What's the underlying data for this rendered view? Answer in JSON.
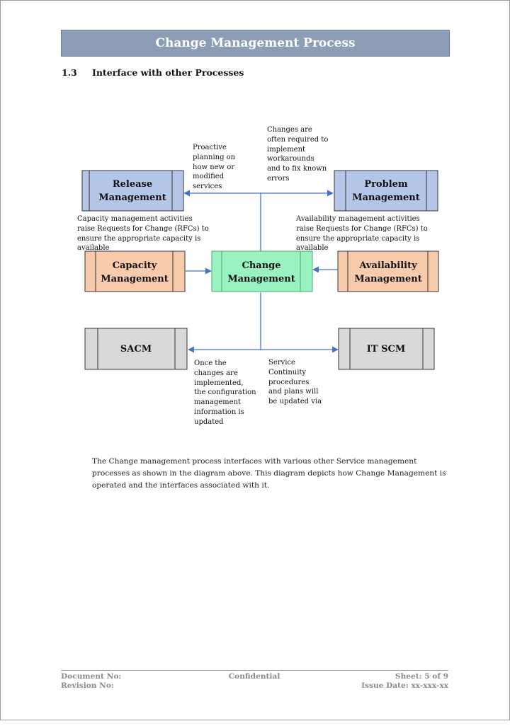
{
  "document": {
    "title": "Change Management Process",
    "section_number": "1.3",
    "section_title": "Interface with other Processes"
  },
  "diagram": {
    "boxes": {
      "release": {
        "line1": "Release",
        "line2": "Management",
        "color": "#b4c6e7"
      },
      "problem": {
        "line1": "Problem",
        "line2": "Management",
        "color": "#b4c6e7"
      },
      "capacity": {
        "line1": "Capacity",
        "line2": "Management",
        "color": "#f8cbad"
      },
      "change": {
        "line1": "Change",
        "line2": "Management",
        "color": "#99f2c0"
      },
      "availability": {
        "line1": "Availability",
        "line2": "Management",
        "color": "#f8cbad"
      },
      "sacm": {
        "line1": "SACM",
        "color": "#d9d9d9"
      },
      "itscm": {
        "line1": "IT SCM",
        "color": "#d9d9d9"
      }
    },
    "notes": {
      "release_note": "Proactive planning on how new or modified services",
      "problem_note": "Changes are often required to implement workarounds and to fix known errors",
      "capacity_note": "Capacity management activities raise Requests for Change (RFCs) to ensure the appropriate capacity is available",
      "availability_note": "Availability management activities raise Requests for Change (RFCs) to ensure the appropriate capacity is available",
      "sacm_note": "Once the changes are implemented, the configuration management information is updated",
      "itscm_note": "Service Continuity procedures and plans will be updated via"
    },
    "connector_color": "#4472c4"
  },
  "body": {
    "paragraph": "The Change management process interfaces with various other Service management processes as shown in the diagram above. This diagram depicts how Change Management is operated and the interfaces associated with it."
  },
  "footer": {
    "document_no": "Document No:",
    "revision_no": "Revision No:",
    "confidential": "Confidential",
    "sheet": "Sheet: 5 of 9",
    "issue_date": "Issue Date: xx-xxx-xx"
  }
}
